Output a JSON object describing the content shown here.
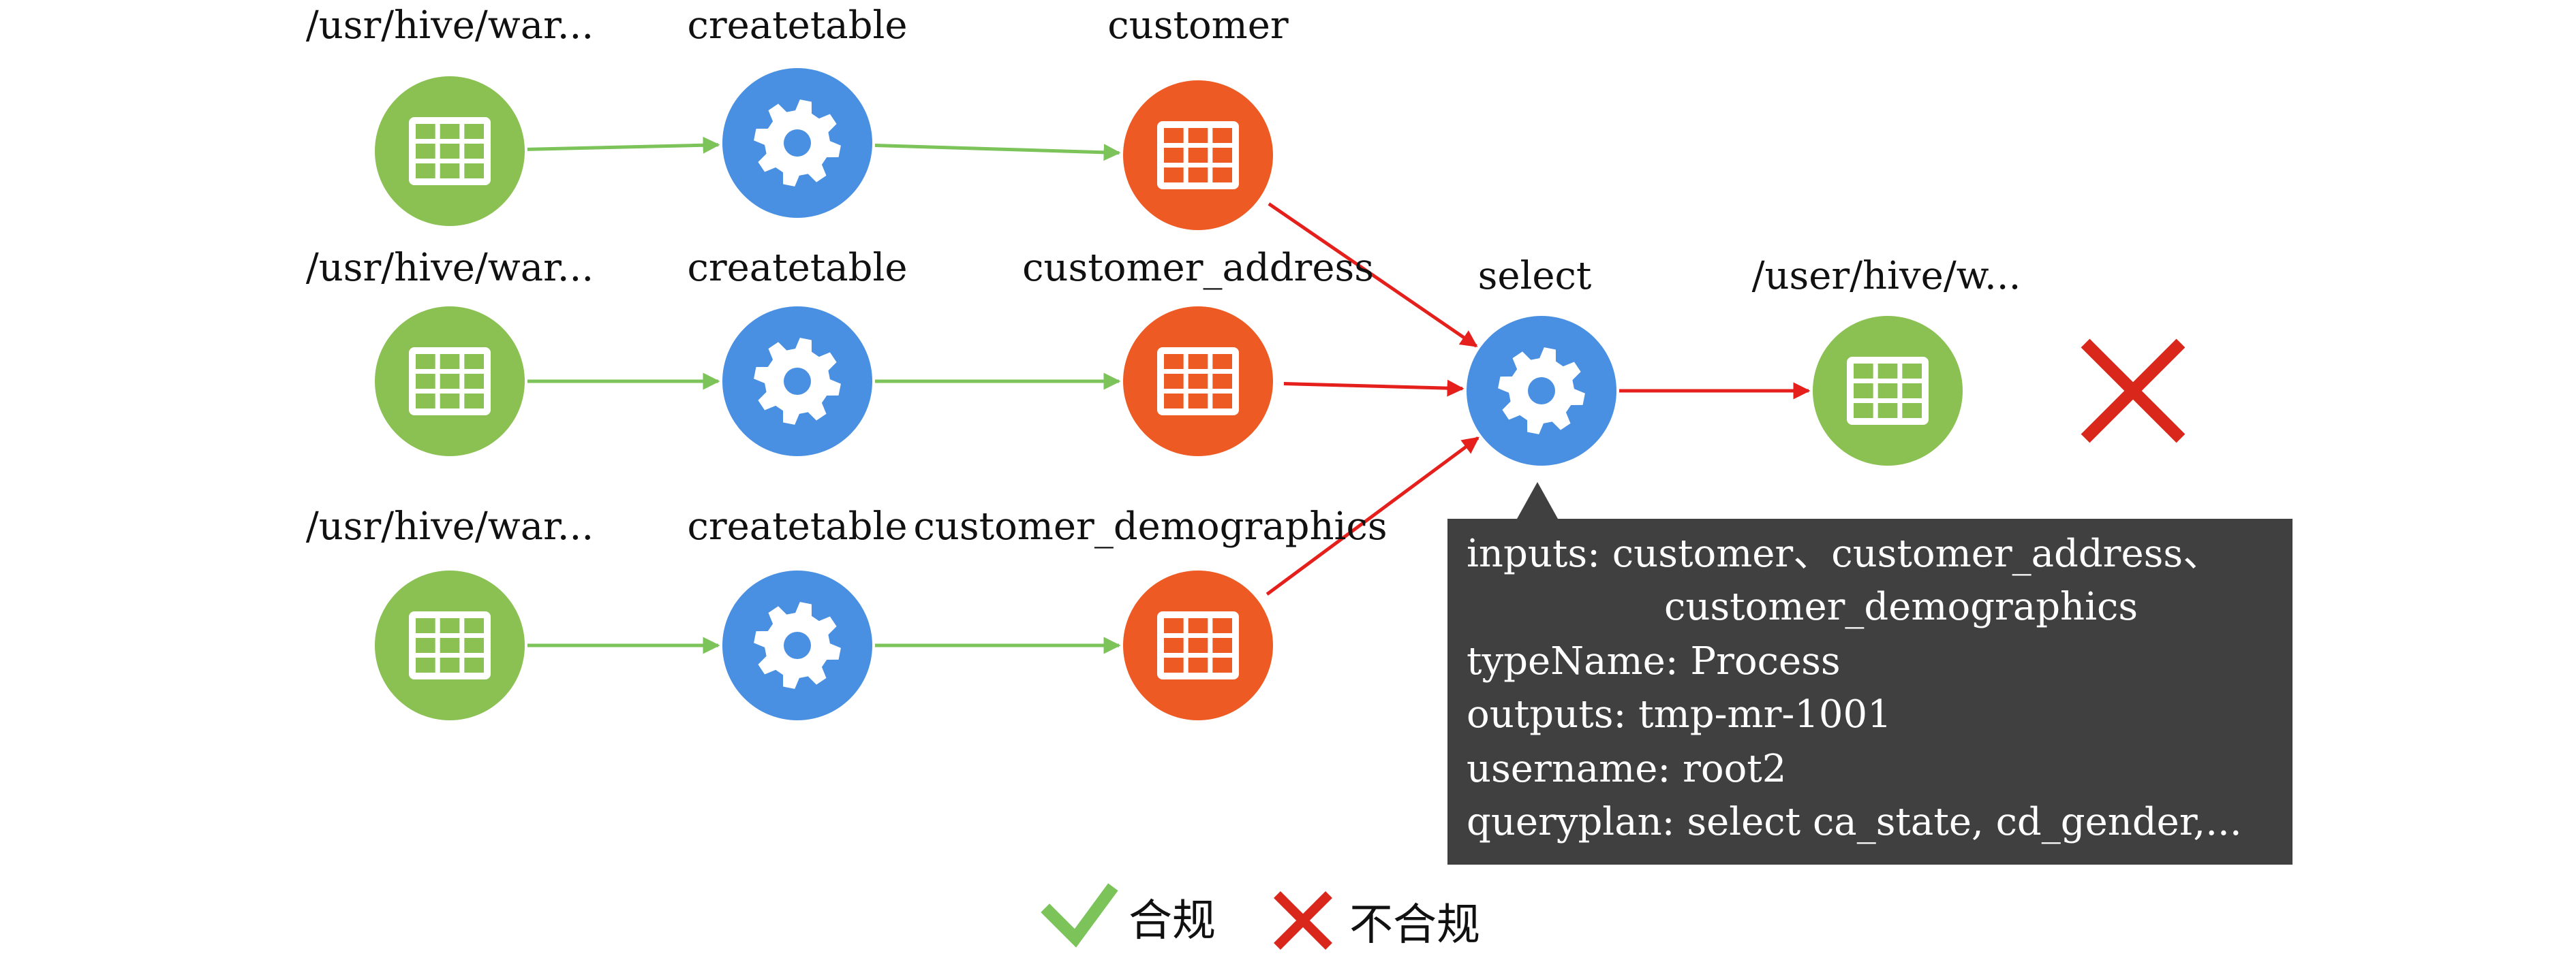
{
  "colors": {
    "table_green": "#8bc153",
    "process_blue": "#4a90e2",
    "table_orange": "#ee5a24",
    "ok_edge": "#7cc35a",
    "bad_edge": "#e5201c",
    "tooltip_bg": "#404040",
    "mark_red": "#d9271c"
  },
  "nodes": [
    {
      "id": "src1",
      "kind": "table",
      "color": "table_green",
      "label": "/usr/hive/war...",
      "icon": "grid-icon"
    },
    {
      "id": "proc1",
      "kind": "process",
      "color": "process_blue",
      "label": "createtable",
      "icon": "gear-icon"
    },
    {
      "id": "customer",
      "kind": "table",
      "color": "table_orange",
      "label": "customer",
      "icon": "grid-icon"
    },
    {
      "id": "src2",
      "kind": "table",
      "color": "table_green",
      "label": "/usr/hive/war...",
      "icon": "grid-icon"
    },
    {
      "id": "proc2",
      "kind": "process",
      "color": "process_blue",
      "label": "createtable",
      "icon": "gear-icon"
    },
    {
      "id": "customer_address",
      "kind": "table",
      "color": "table_orange",
      "label": "customer_address",
      "icon": "grid-icon"
    },
    {
      "id": "src3",
      "kind": "table",
      "color": "table_green",
      "label": "/usr/hive/war...",
      "icon": "grid-icon"
    },
    {
      "id": "proc3",
      "kind": "process",
      "color": "process_blue",
      "label": "createtable",
      "icon": "gear-icon"
    },
    {
      "id": "customer_demographics",
      "kind": "table",
      "color": "table_orange",
      "label": "customer_demographics",
      "icon": "grid-icon"
    },
    {
      "id": "select",
      "kind": "process",
      "color": "process_blue",
      "label": "select",
      "icon": "gear-icon"
    },
    {
      "id": "output",
      "kind": "table",
      "color": "table_green",
      "label": "/user/hive/w...",
      "icon": "grid-icon"
    }
  ],
  "edges": [
    {
      "from": "src1",
      "to": "proc1",
      "status": "ok"
    },
    {
      "from": "proc1",
      "to": "customer",
      "status": "ok"
    },
    {
      "from": "src2",
      "to": "proc2",
      "status": "ok"
    },
    {
      "from": "proc2",
      "to": "customer_address",
      "status": "ok"
    },
    {
      "from": "src3",
      "to": "proc3",
      "status": "ok"
    },
    {
      "from": "proc3",
      "to": "customer_demographics",
      "status": "ok"
    },
    {
      "from": "customer",
      "to": "select",
      "status": "bad"
    },
    {
      "from": "customer_address",
      "to": "select",
      "status": "bad"
    },
    {
      "from": "customer_demographics",
      "to": "select",
      "status": "bad"
    },
    {
      "from": "select",
      "to": "output",
      "status": "bad"
    }
  ],
  "result_mark": {
    "icon": "cross-icon",
    "status": "non-compliant"
  },
  "tooltip": {
    "lines": [
      "inputs: customer、customer_address、",
      "customer_demographics",
      "typeName: Process",
      "outputs: tmp-mr-1001",
      "username: root2",
      "queryplan: select ca_state, cd_gender,..."
    ]
  },
  "legend": {
    "ok": {
      "icon": "check-icon",
      "label": "合规"
    },
    "bad": {
      "icon": "cross-icon",
      "label": "不合规"
    }
  }
}
